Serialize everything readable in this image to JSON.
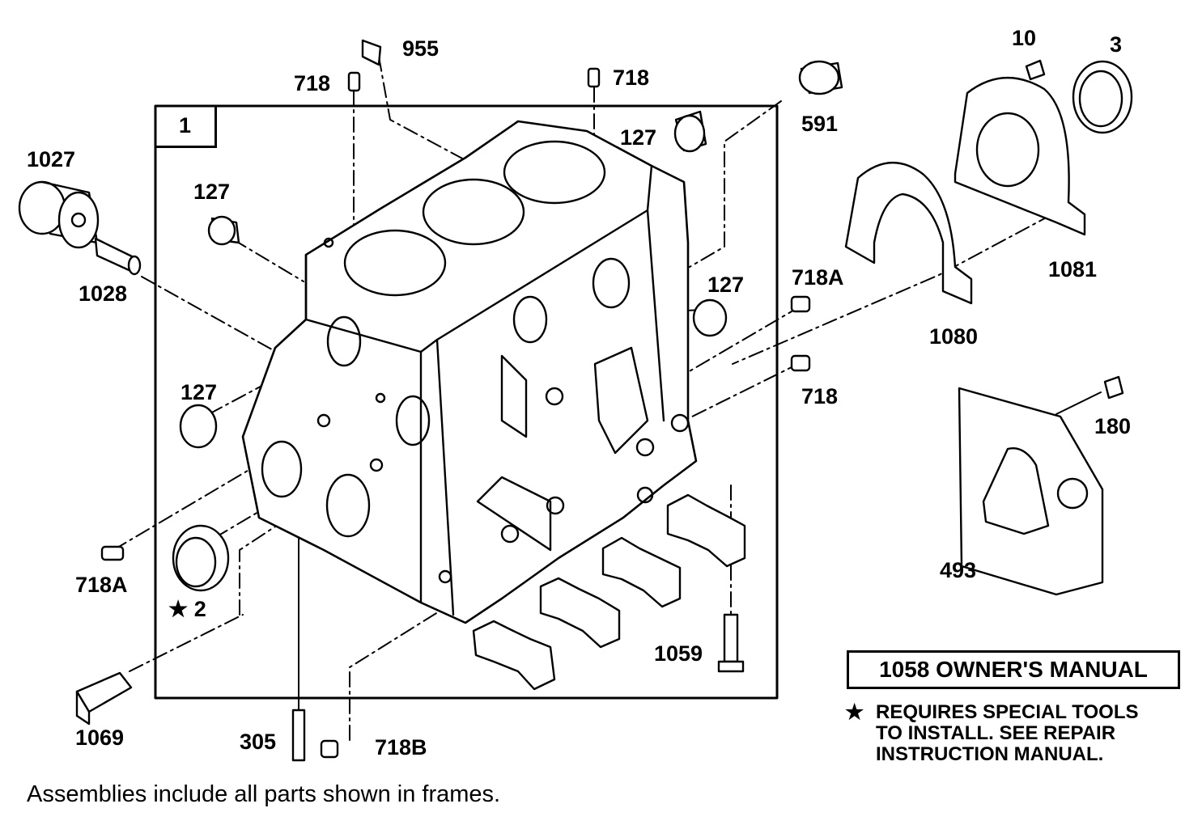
{
  "frame_number": "1",
  "callouts": [
    {
      "id": "c955",
      "text": "955"
    },
    {
      "id": "c718-top-left",
      "text": "718"
    },
    {
      "id": "c718-top-right",
      "text": "718"
    },
    {
      "id": "c591",
      "text": "591"
    },
    {
      "id": "c10",
      "text": "10"
    },
    {
      "id": "c3",
      "text": "3"
    },
    {
      "id": "c1027",
      "text": "1027"
    },
    {
      "id": "c127-a",
      "text": "127"
    },
    {
      "id": "c127-b",
      "text": "127"
    },
    {
      "id": "c127-c",
      "text": "127"
    },
    {
      "id": "c127-d",
      "text": "127"
    },
    {
      "id": "c1028",
      "text": "1028"
    },
    {
      "id": "c718a-right",
      "text": "718A"
    },
    {
      "id": "c1081",
      "text": "1081"
    },
    {
      "id": "c1080",
      "text": "1080"
    },
    {
      "id": "c718-right",
      "text": "718"
    },
    {
      "id": "c180",
      "text": "180"
    },
    {
      "id": "c493",
      "text": "493"
    },
    {
      "id": "c718a-left",
      "text": "718A"
    },
    {
      "id": "c2",
      "text": "★ 2"
    },
    {
      "id": "c1059",
      "text": "1059"
    },
    {
      "id": "c1069",
      "text": "1069"
    },
    {
      "id": "c305",
      "text": "305"
    },
    {
      "id": "c718b",
      "text": "718B"
    }
  ],
  "owners_manual": "1058 OWNER'S MANUAL",
  "special_tools_note": {
    "symbol": "★",
    "lines": [
      "REQUIRES SPECIAL TOOLS",
      "TO INSTALL.  SEE REPAIR",
      "INSTRUCTION MANUAL."
    ]
  },
  "footer": "Assemblies include all parts shown in frames."
}
